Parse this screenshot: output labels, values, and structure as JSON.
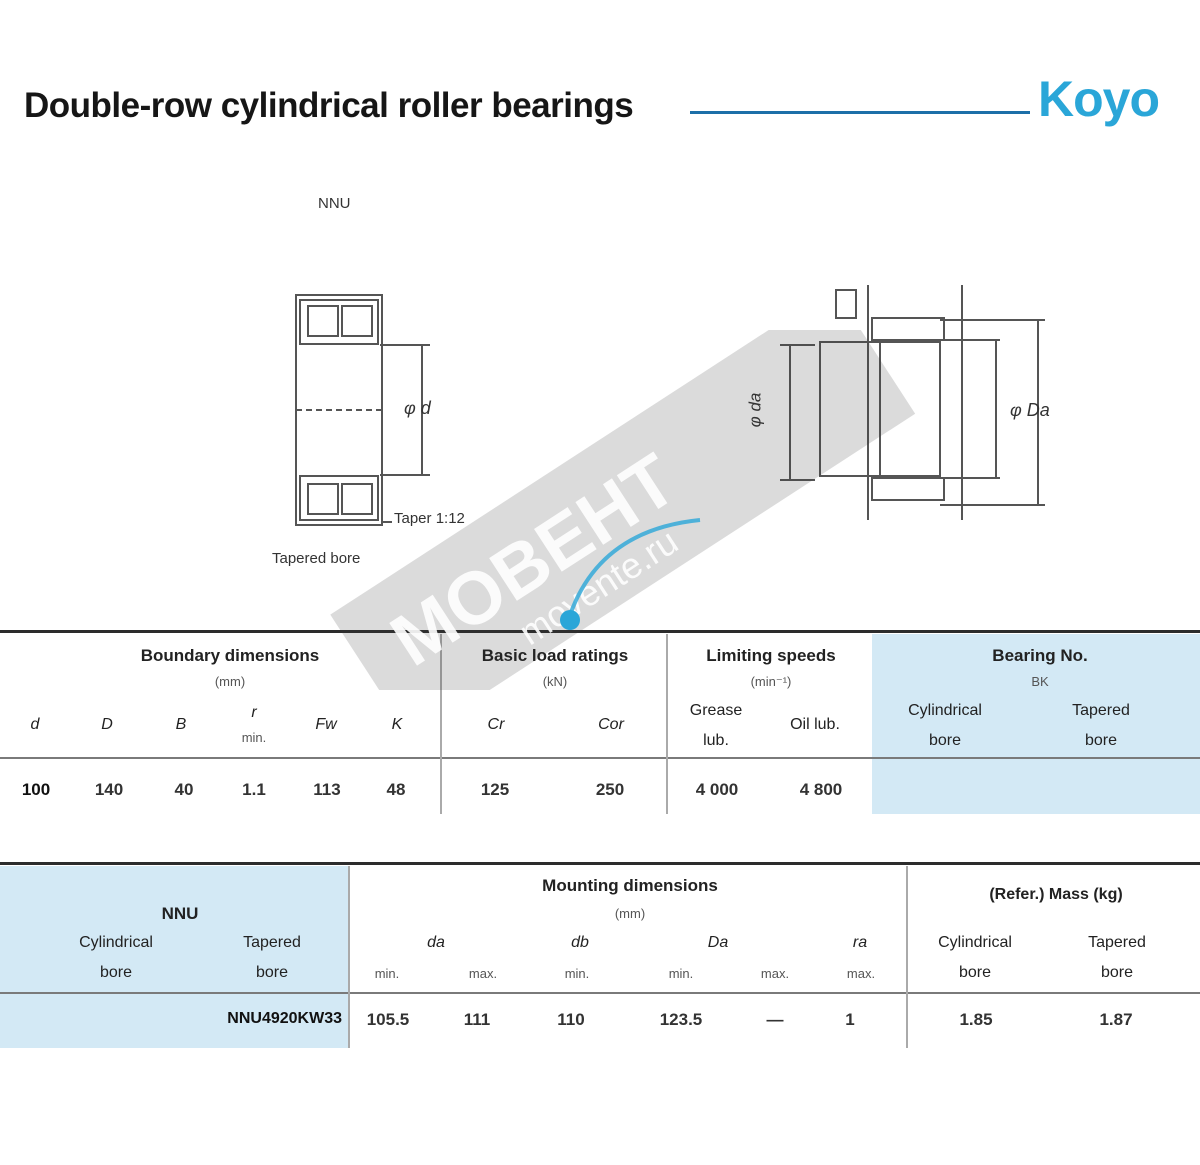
{
  "header": {
    "title": "Double-row cylindrical roller bearings",
    "brand": "Koyo"
  },
  "figure": {
    "type_label": "NNU",
    "taper_label": "Taper 1:12",
    "bore_label": "Tapered bore",
    "d_label": "φ d",
    "da_label": "φ da",
    "Da_label": "φ Da"
  },
  "table1": {
    "groups": {
      "boundary": {
        "title": "Boundary dimensions",
        "unit": "(mm)"
      },
      "load": {
        "title": "Basic load ratings",
        "unit": "(kN)"
      },
      "speed": {
        "title": "Limiting speeds",
        "unit": "(min⁻¹)"
      },
      "bearing_no": {
        "title": "Bearing No.",
        "sub": "BK"
      }
    },
    "columns": {
      "d": "d",
      "D": "D",
      "B": "B",
      "r": "r",
      "r_sub": "min.",
      "Fw": "Fw",
      "K": "K",
      "Cr": "Cr",
      "Cor": "Cor",
      "grease": "Grease",
      "grease_sub": "lub.",
      "oil": "Oil lub.",
      "cyl_bore": "Cylindrical",
      "cyl_bore_sub": "bore",
      "tap_bore": "Tapered",
      "tap_bore_sub": "bore"
    },
    "row": {
      "d": "100",
      "D": "140",
      "B": "40",
      "r": "1.1",
      "Fw": "113",
      "K": "48",
      "Cr": "125",
      "Cor": "250",
      "grease": "4 000",
      "oil": "4 800"
    }
  },
  "table2": {
    "groups": {
      "bearing_no": {
        "title": "NNU",
        "cyl": "Cylindrical",
        "cyl_sub": "bore",
        "tap": "Tapered",
        "tap_sub": "bore"
      },
      "mounting": {
        "title": "Mounting dimensions",
        "unit": "(mm)"
      },
      "mass": {
        "title": "(Refer.) Mass (kg)",
        "cyl": "Cylindrical",
        "cyl_sub": "bore",
        "tap": "Tapered",
        "tap_sub": "bore"
      }
    },
    "columns": {
      "da": "da",
      "db": "db",
      "Da": "Da",
      "ra": "ra",
      "min1": "min.",
      "max1": "max.",
      "min2": "min.",
      "min3": "min.",
      "max3": "max.",
      "max4": "max."
    },
    "row": {
      "part_no": "NNU4920KW33",
      "da_min": "105.5",
      "da_max": "111",
      "db_min": "110",
      "Da_min": "123.5",
      "Da_max": "—",
      "ra_max": "1",
      "mass_cyl": "1.85",
      "mass_tap": "1.87"
    }
  },
  "watermark": {
    "text1": "МОВЕНТ",
    "text2": "movente.ru"
  },
  "colors": {
    "accent_blue": "#2aa6d8",
    "header_fill": "#d3e9f5",
    "rule_blue": "#1d6fa8"
  }
}
